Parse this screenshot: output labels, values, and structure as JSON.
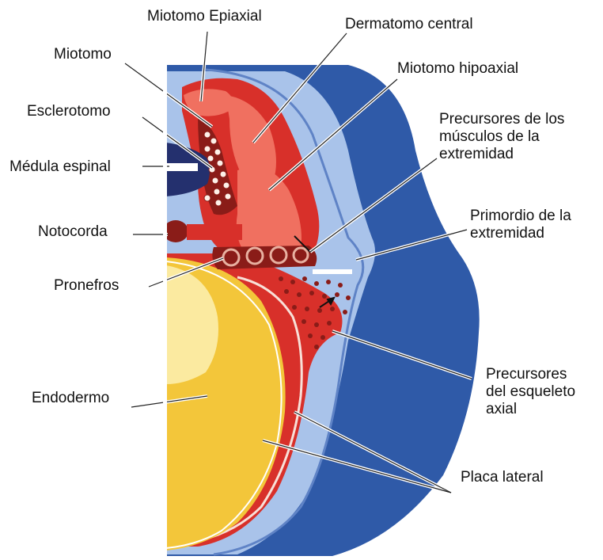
{
  "colors": {
    "outer_blue": "#2f5aa8",
    "light_blue": "#a9c3ea",
    "red": "#d8302a",
    "pink": "#f07060",
    "yellow": "#f3c63a",
    "pale_yellow": "#fbeaa0",
    "dark_red": "#8a1c18",
    "navy": "#24306e"
  },
  "labels": {
    "miotomo_epiaxial": "Miotomo Epiaxial",
    "dermatomo_central": "Dermatomo central",
    "miotomo": "Miotomo",
    "miotomo_hipoaxial": "Miotomo hipoaxial",
    "esclerotomo": "Esclerotomo",
    "precursores_musculos": [
      "Precursores de los",
      "músculos de la",
      "extremidad"
    ],
    "medula_espinal": "Médula espinal",
    "primordio": [
      "Primordio de la",
      "extremidad"
    ],
    "notocorda": "Notocorda",
    "pronefros": "Pronefros",
    "precursores_esqueleto": [
      "Precursores",
      "del esqueleto",
      "axial"
    ],
    "endodermo": "Endodermo",
    "placa_lateral": "Placa lateral"
  }
}
